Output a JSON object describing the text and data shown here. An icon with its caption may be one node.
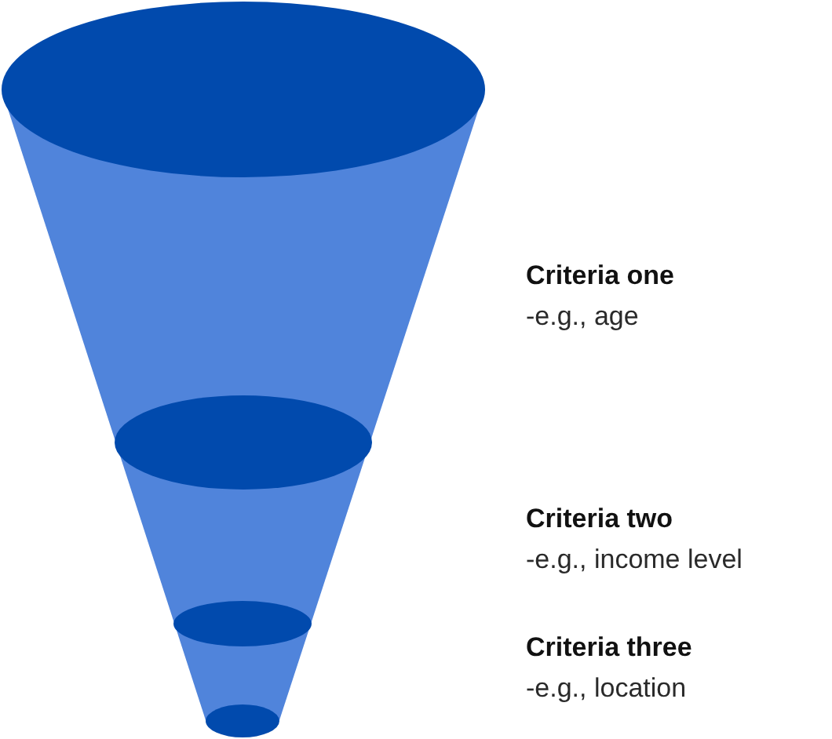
{
  "diagram": {
    "labels": [
      "Criteria one",
      "-e.g., age",
      "Criteria two",
      "-e.g., income level",
      "Criteria three",
      "-e.g., location"
    ]
  }
}
